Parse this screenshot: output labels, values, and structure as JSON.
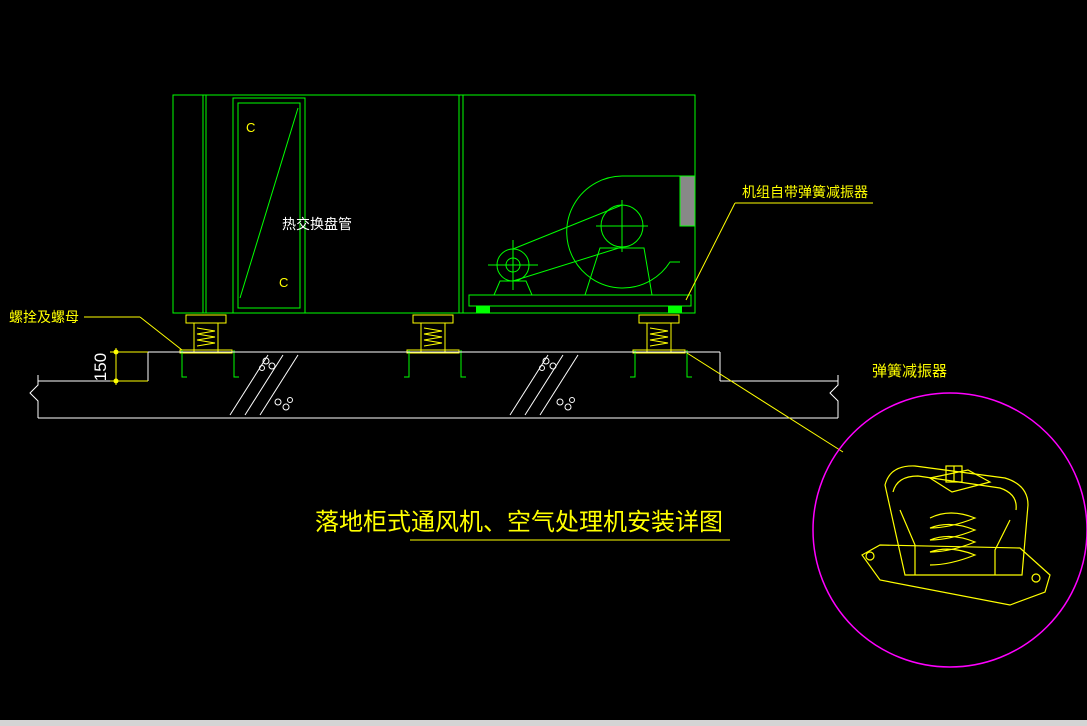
{
  "labels": {
    "coil": "热交换盘管",
    "c_top": "C",
    "c_bottom": "C",
    "unit_isolator": "机组自带弹簧减振器",
    "bolt_nut": "螺拴及螺母",
    "height_dim": "150",
    "spring_isolator": "弹簧减振器",
    "title": "落地柜式通风机、空气处理机安装详图"
  },
  "colors": {
    "background": "#000000",
    "green": "#00ff00",
    "yellow": "#ffff00",
    "white": "#ffffff",
    "magenta": "#ff00ff",
    "bright_green": "#00ff00"
  }
}
